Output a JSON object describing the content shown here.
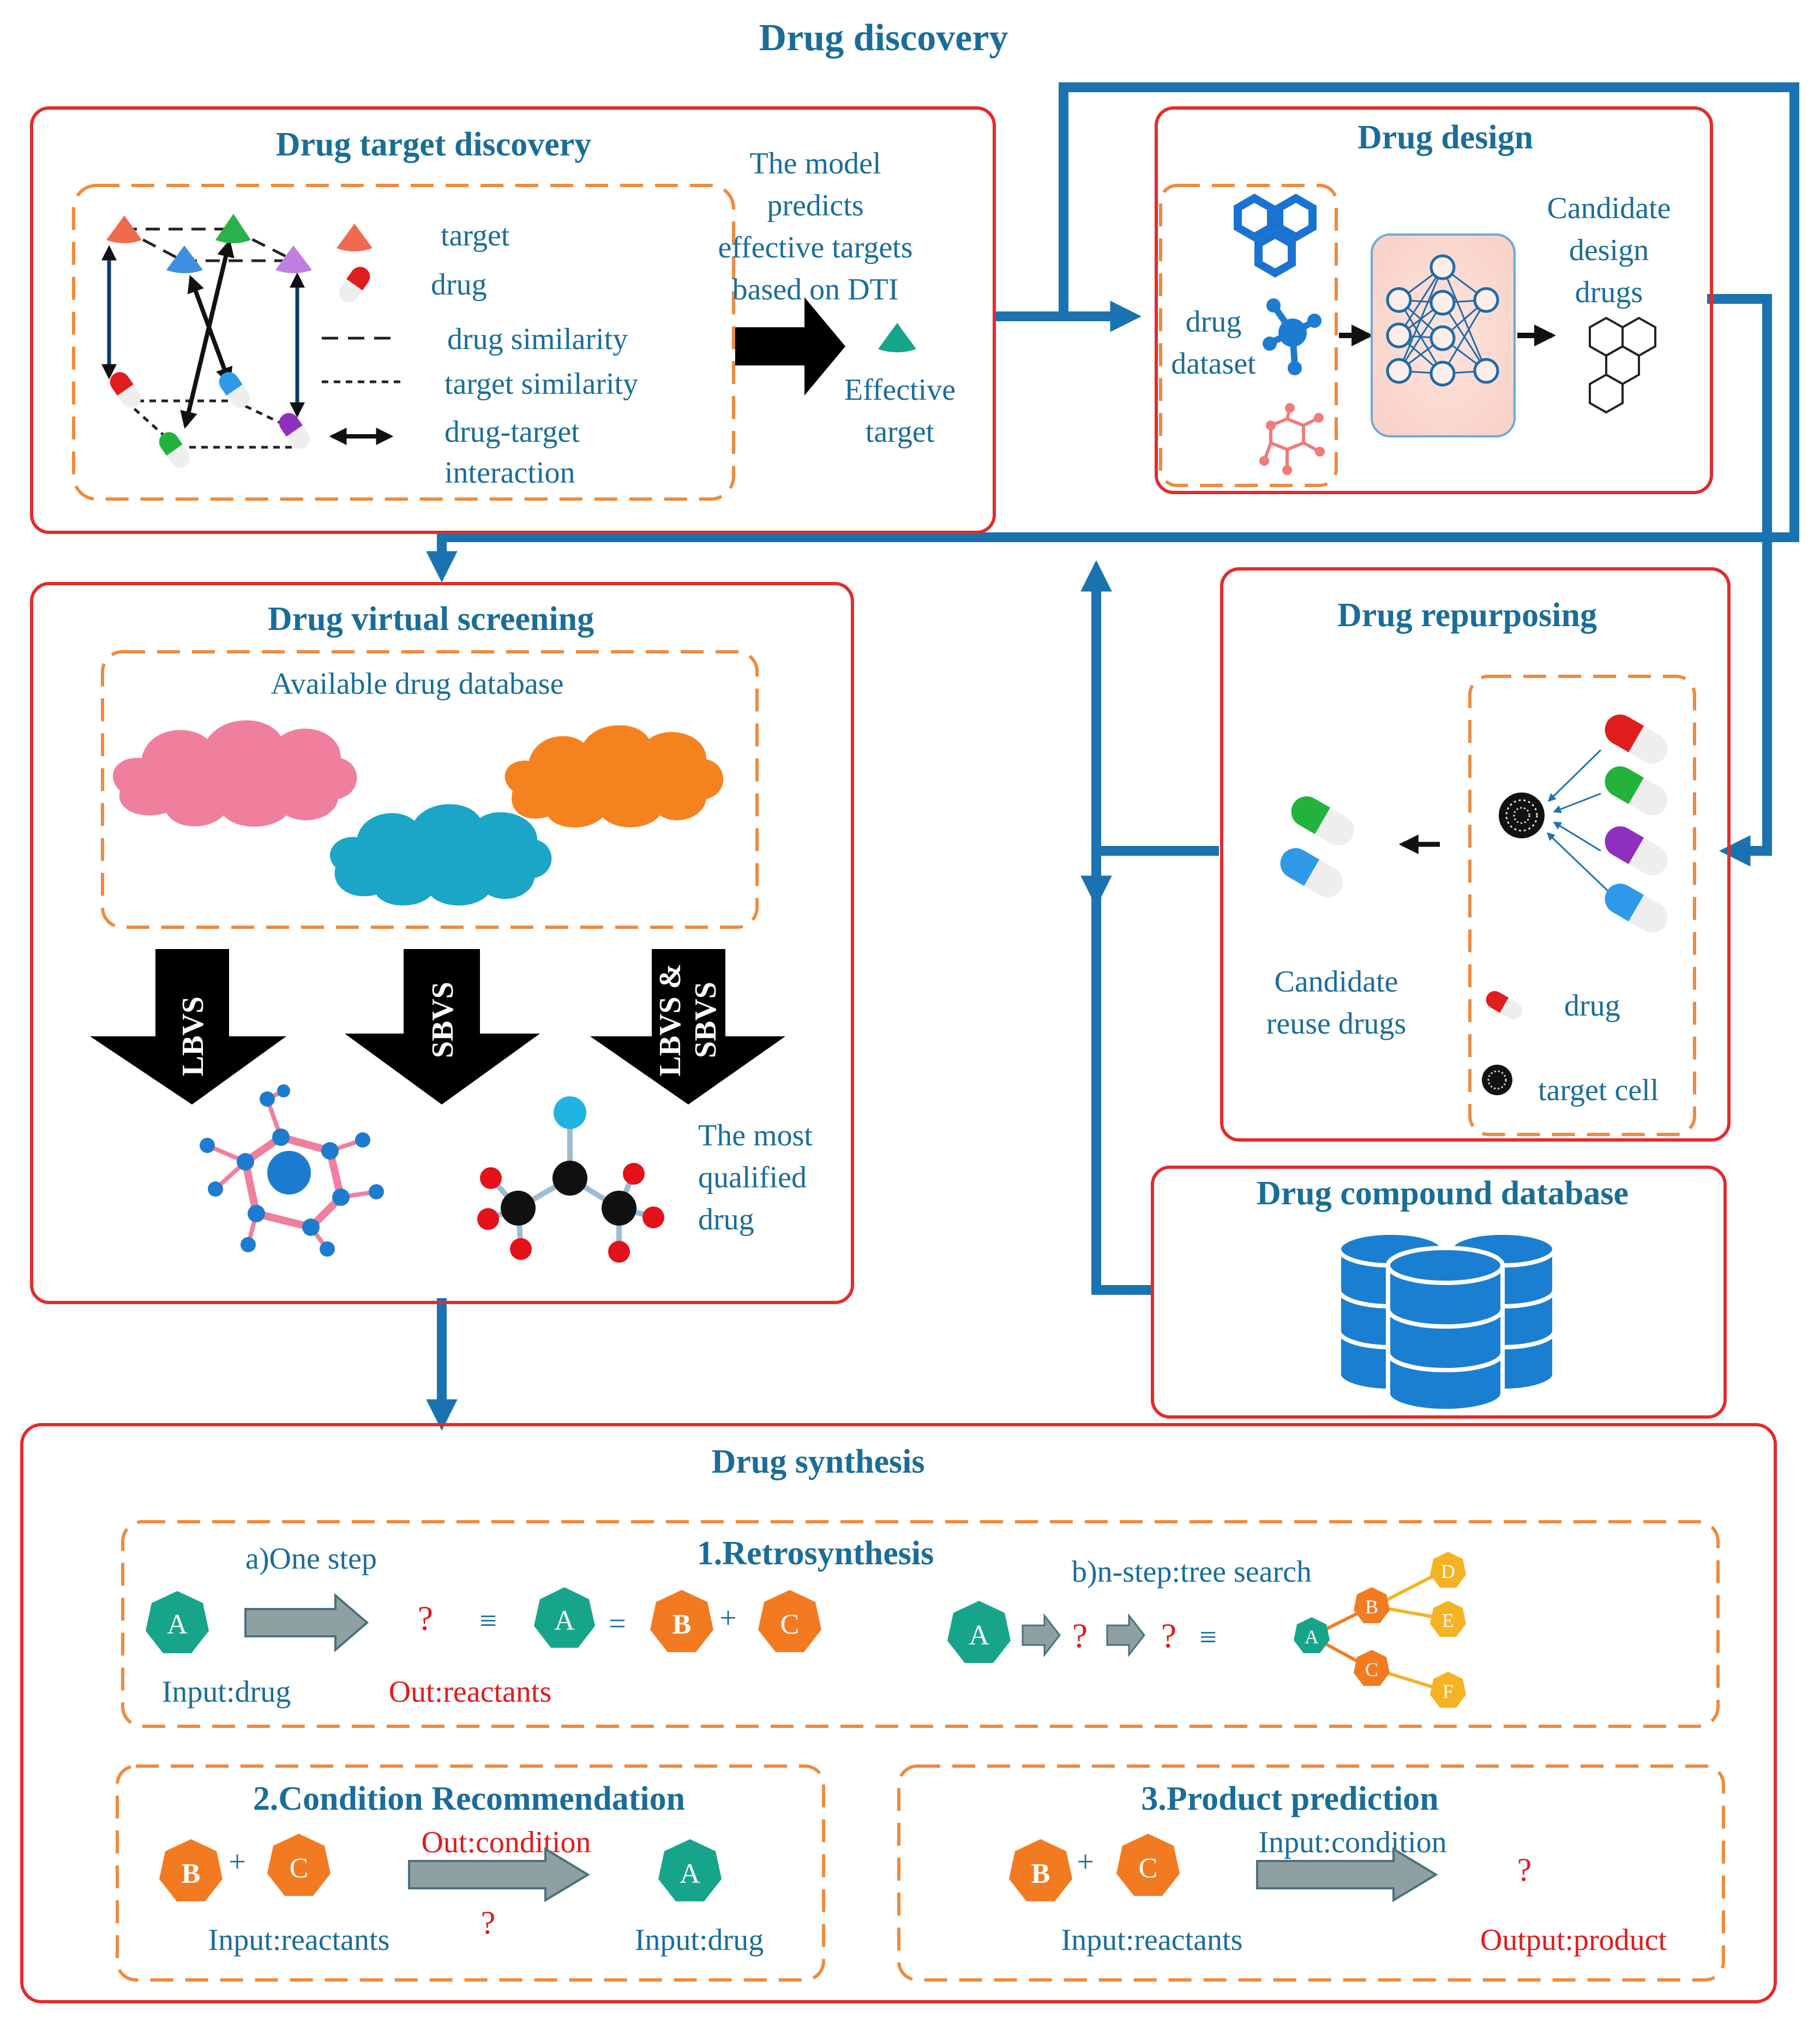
{
  "title": "Drug discovery",
  "target_discovery": {
    "title": "Drug target discovery",
    "legend": {
      "target": "target",
      "drug": "drug",
      "drug_similarity": "drug similarity",
      "target_similarity": "target similarity",
      "dti_line1": "drug-target",
      "dti_line2": "interaction"
    },
    "model_text": [
      "The model",
      "predicts",
      "effective targets",
      "based on DTI"
    ],
    "effective_target": [
      "Effective",
      "target"
    ]
  },
  "drug_design": {
    "title": "Drug design",
    "dataset": [
      "drug",
      "dataset"
    ],
    "candidate": [
      "Candidate",
      "design",
      "drugs"
    ]
  },
  "virtual_screening": {
    "title": "Drug virtual screening",
    "database": "Available drug database",
    "methods": [
      "LBVS",
      "SBVS",
      "LBVS &",
      "SBVS"
    ],
    "qualified": [
      "The most",
      "qualified",
      "drug"
    ]
  },
  "repurposing": {
    "title": "Drug repurposing",
    "candidate": [
      "Candidate",
      "reuse drugs"
    ],
    "legend_drug": "drug",
    "legend_cell": "target cell"
  },
  "compound_db": {
    "title": "Drug compound database"
  },
  "synthesis": {
    "title": "Drug synthesis",
    "retro": {
      "title": "1.Retrosynthesis",
      "one_step": "a)One step",
      "n_step": "b)n-step:tree search",
      "input": "Input:drug",
      "output": "Out:reactants",
      "q": "?",
      "equiv": "≡",
      "equals": "=",
      "plus": "+"
    },
    "condition": {
      "title": "2.Condition Recommendation",
      "out": "Out:condition",
      "input_reactants": "Input:reactants",
      "input_drug": "Input:drug",
      "q": "?",
      "plus": "+"
    },
    "product": {
      "title": "3.Product prediction",
      "input_condition": "Input:condition",
      "input_reactants": "Input:reactants",
      "output": "Output:product",
      "q": "?",
      "plus": "+"
    },
    "nodes": {
      "a": "A",
      "b": "B",
      "c": "C",
      "d": "D",
      "e": "E",
      "f": "F"
    }
  },
  "colors": {
    "teal": "#16a58a",
    "orange": "#f27b22",
    "gold": "#f5b324",
    "flow_blue": "#1a73b0",
    "text_blue": "#1a6d99",
    "panel_red": "#e32b2b",
    "dash_orange": "#f08a3c"
  }
}
